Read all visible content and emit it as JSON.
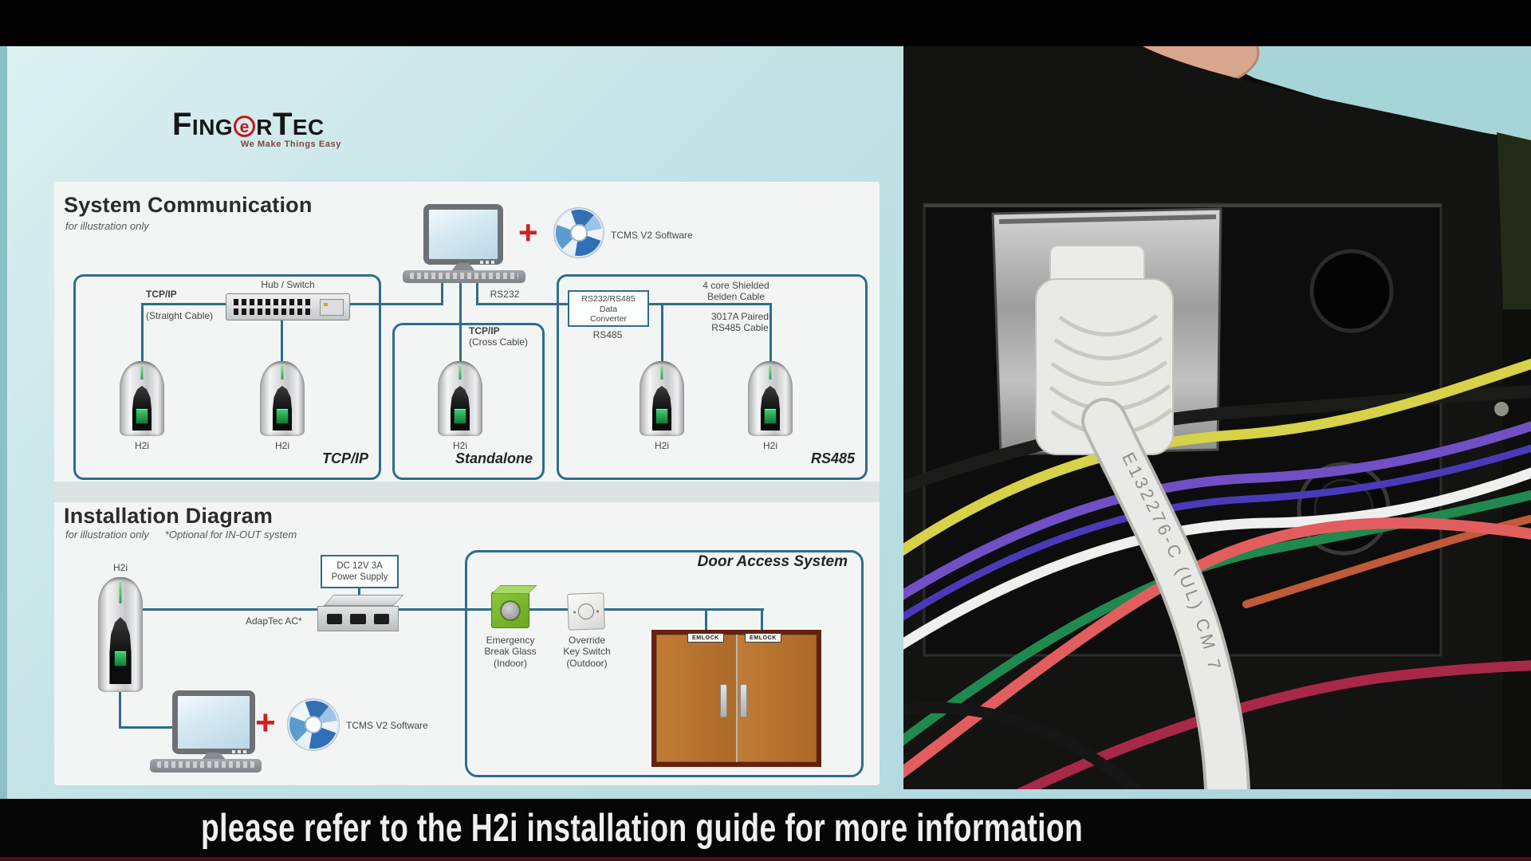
{
  "colors": {
    "accent_teal_wire": "#2d6d8d",
    "background_teal": "#bfe2e5",
    "brand_red": "#c2181f",
    "door_brown": "#b5722f",
    "break_glass_green": "#7cba2f",
    "caption_bg": "#060606"
  },
  "caption": "please refer to the H2i installation guide for more information",
  "logo": {
    "part1": "Fing",
    "e": "e",
    "part2": "rTec",
    "tagline": "We Make Things Easy"
  },
  "sys": {
    "title": "System Communication",
    "subtitle": "for illustration only",
    "plus": "+",
    "software": "TCMS V2 Software",
    "rs232": "RS232",
    "tcpip_box": {
      "hub": "Hub / Switch",
      "cable_l1": "TCP/IP",
      "cable_l2": "(Straight Cable)",
      "dev1": "H2i",
      "dev2": "H2i",
      "mode": "TCP/IP"
    },
    "standalone_box": {
      "cable_l1": "TCP/IP",
      "cable_l2": "(Cross Cable)",
      "dev": "H2i",
      "mode": "Standalone"
    },
    "rs485_box": {
      "conv_l1": "RS232/RS485",
      "conv_l2": "Data",
      "conv_l3": "Converter",
      "rs485": "RS485",
      "belden_l1": "4 core Shielded",
      "belden_l2": "Belden Cable",
      "paired_l1": "3017A Paired",
      "paired_l2": "RS485 Cable",
      "dev1": "H2i",
      "dev2": "H2i",
      "mode": "RS485"
    }
  },
  "inst": {
    "title": "Installation Diagram",
    "subtitle": "for illustration only",
    "optional": "*Optional for IN-OUT system",
    "h2i": "H2i",
    "psu_l1": "DC 12V 3A",
    "psu_l2": "Power Supply",
    "adaptec": "AdapTec AC*",
    "plus": "+",
    "software": "TCMS V2 Software",
    "door": {
      "title": "Door Access System",
      "bg_l1": "Emergency",
      "bg_l2": "Break Glass",
      "bg_l3": "(Indoor)",
      "ks_l1": "Override",
      "ks_l2": "Key Switch",
      "ks_l3": "(Outdoor)",
      "emlock1": "EMLOCK",
      "emlock2": "EMLOCK"
    }
  },
  "photo": {
    "cable_print": "E132276-C (UL) CM 7"
  }
}
